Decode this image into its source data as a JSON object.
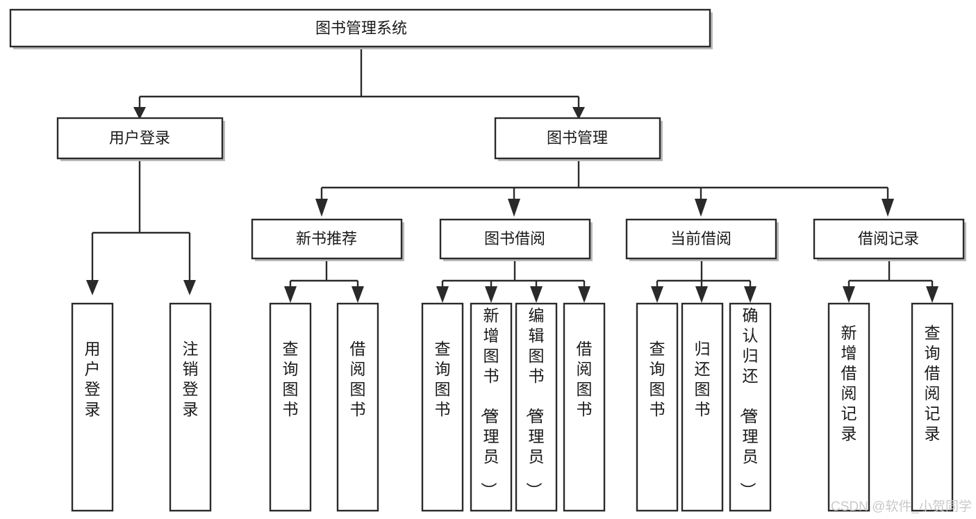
{
  "diagram": {
    "title": "图书管理系统",
    "type": "hierarchy-tree",
    "orientation": "top-down",
    "root": {
      "id": "root",
      "label": "图书管理系统"
    },
    "level1": [
      {
        "id": "user-login",
        "label": "用户登录"
      },
      {
        "id": "book-management",
        "label": "图书管理"
      }
    ],
    "level2": [
      {
        "id": "new-book-recommend",
        "label": "新书推荐",
        "parent": "book-management"
      },
      {
        "id": "book-borrow",
        "label": "图书借阅",
        "parent": "book-management"
      },
      {
        "id": "current-borrow",
        "label": "当前借阅",
        "parent": "book-management"
      },
      {
        "id": "borrow-record",
        "label": "借阅记录",
        "parent": "book-management"
      }
    ],
    "leaves": {
      "user-login": [
        {
          "id": "leaf-user-login",
          "label": "用户登录"
        },
        {
          "id": "leaf-logout",
          "label": "注销登录"
        }
      ],
      "new-book-recommend": [
        {
          "id": "leaf-query-book-1",
          "label": "查询图书"
        },
        {
          "id": "leaf-borrow-book-1",
          "label": "借阅图书"
        }
      ],
      "book-borrow": [
        {
          "id": "leaf-query-book-2",
          "label": "查询图书"
        },
        {
          "id": "leaf-add-book",
          "label": "新增图书（管理员）"
        },
        {
          "id": "leaf-edit-book",
          "label": "编辑图书（管理员）"
        },
        {
          "id": "leaf-borrow-book-2",
          "label": "借阅图书"
        }
      ],
      "current-borrow": [
        {
          "id": "leaf-query-book-3",
          "label": "查询图书"
        },
        {
          "id": "leaf-return-book",
          "label": "归还图书"
        },
        {
          "id": "leaf-confirm-return",
          "label": "确认归还（管理员）"
        }
      ],
      "borrow-record": [
        {
          "id": "leaf-add-record",
          "label": "新增借阅记录"
        },
        {
          "id": "leaf-query-record",
          "label": "查询借阅记录"
        }
      ]
    }
  },
  "watermark": {
    "text": "CSDN @软件_小贺同学"
  },
  "colors": {
    "stroke": "#2a2a2a",
    "fill": "#ffffff",
    "shadow": "#b9b9b9",
    "text": "#1a1a1a",
    "watermark": "#c9c9c9",
    "background": "#ffffff"
  }
}
